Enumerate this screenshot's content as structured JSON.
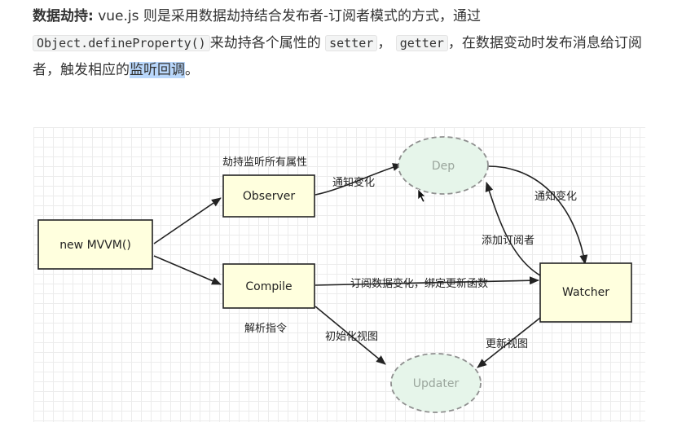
{
  "paragraph": {
    "bold": "数据劫持:",
    "t1": " vue.js 则是采用数据劫持结合发布者-订阅者模式的方式，通过",
    "code1": "Object.defineProperty()",
    "t2": "来劫持各个属性的",
    "code2": "setter",
    "t3": "，",
    "code3": "getter",
    "t4": "，在数据变动时发布消息给订阅者，触发相应的",
    "highlight": "监听回调",
    "t5": "。"
  },
  "diagram": {
    "nodes": {
      "mvvm": "new MVVM()",
      "observer": "Observer",
      "compile": "Compile",
      "dep": "Dep",
      "watcher": "Watcher",
      "updater": "Updater"
    },
    "labels": {
      "observe_all": "劫持监听所有属性",
      "notify_change_dep": "通知变化",
      "notify_change_watcher": "通知变化",
      "add_subscriber": "添加订阅者",
      "subscribe_bind": "订阅数据变化，绑定更新函数",
      "parse_directives": "解析指令",
      "init_view": "初始化视图",
      "update_view": "更新视图"
    },
    "colors": {
      "box_fill": "#ffffde",
      "ellipse_fill": "#e6f5ea",
      "ellipse_stroke": "#8f8f8f",
      "line": "#222222"
    }
  }
}
